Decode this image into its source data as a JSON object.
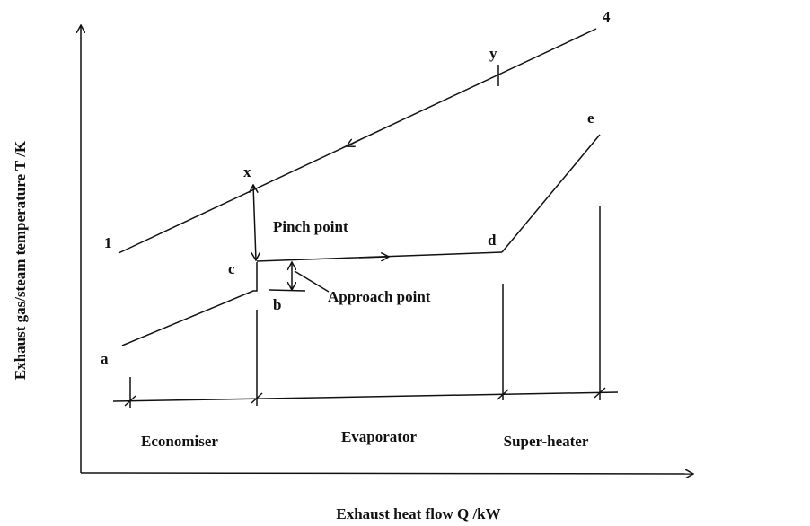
{
  "axes": {
    "y_label": "Exhaust gas/steam temperature T /K",
    "x_label": "Exhaust heat flow Q /kW"
  },
  "points": {
    "p1": "1",
    "p4": "4",
    "x": "x",
    "y": "y",
    "a": "a",
    "b": "b",
    "c": "c",
    "d": "d",
    "e": "e"
  },
  "annotations": {
    "pinch": "Pinch point",
    "approach": "Approach point"
  },
  "sections": [
    "Economiser",
    "Evaporator",
    "Super-heater"
  ]
}
